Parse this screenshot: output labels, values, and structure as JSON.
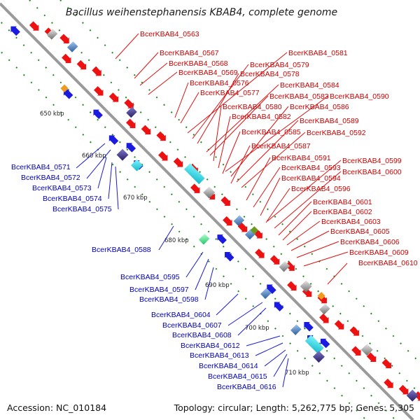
{
  "title": "Bacillus weihenstephanensis KBAB4, complete genome",
  "footer": {
    "accession": "Accession: NC_010184",
    "topology": "Topology: circular; Length: 5,262,775 bp; Genes: 5,305"
  },
  "colors": {
    "forward_label": "#cc0000",
    "reverse_label": "#0000bb",
    "backbone": "#8c8c8c",
    "tick_dots": "#1f8a1f"
  },
  "ticks": [
    "650 kbp",
    "660 kbp",
    "670 kbp",
    "680 kbp",
    "690 kbp",
    "700 kbp",
    "710 kbp"
  ],
  "forward_labels": [
    "BcerKBAB4_0563",
    "BcerKBAB4_0567",
    "BcerKBAB4_0568",
    "BcerKBAB4_0569",
    "BcerKBAB4_0576",
    "BcerKBAB4_0577",
    "BcerKBAB4_0581",
    "BcerKBAB4_0579",
    "BcerKBAB4_0578",
    "BcerKBAB4_0584",
    "BcerKBAB4_0583",
    "BcerKBAB4_0590",
    "BcerKBAB4_0580",
    "BcerKBAB4_0586",
    "BcerKBAB4_0582",
    "BcerKBAB4_0589",
    "BcerKBAB4_0585",
    "BcerKBAB4_0592",
    "BcerKBAB4_0587",
    "BcerKBAB4_0591",
    "BcerKBAB4_0599",
    "BcerKBAB4_0593",
    "BcerKBAB4_0600",
    "BcerKBAB4_0594",
    "BcerKBAB4_0596",
    "BcerKBAB4_0601",
    "BcerKBAB4_0602",
    "BcerKBAB4_0603",
    "BcerKBAB4_0605",
    "BcerKBAB4_0606",
    "BcerKBAB4_0609",
    "BcerKBAB4_0610"
  ],
  "reverse_labels": [
    "BcerKBAB4_0571",
    "BcerKBAB4_0572",
    "BcerKBAB4_0573",
    "BcerKBAB4_0574",
    "BcerKBAB4_0575",
    "BcerKBAB4_0588",
    "BcerKBAB4_0595",
    "BcerKBAB4_0597",
    "BcerKBAB4_0598",
    "BcerKBAB4_0604",
    "BcerKBAB4_0607",
    "BcerKBAB4_0608",
    "BcerKBAB4_0612",
    "BcerKBAB4_0613",
    "BcerKBAB4_0614",
    "BcerKBAB4_0615",
    "BcerKBAB4_0616"
  ]
}
